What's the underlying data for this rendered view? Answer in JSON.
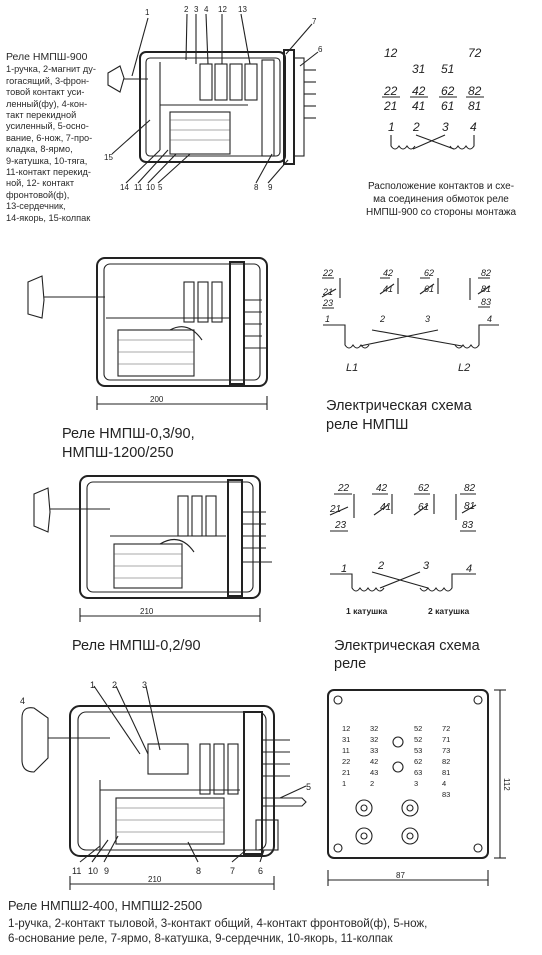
{
  "top_legend": {
    "title": "Реле НМПШ-900",
    "lines": [
      "1-ручка, 2-магнит ду-",
      "гогасящий, 3-фрон-",
      "товой контакт уси-",
      "ленный(фу), 4-кон-",
      "такт перекидной",
      "усиленный, 5-осно-",
      "вание, 6-нож, 7-про-",
      "кладка, 8-ярмо,",
      "9-катушка, 10-тяга,",
      "11-контакт перекид-",
      "ной, 12- контакт",
      "фронтовой(ф),",
      " 13-сердечник,",
      "14-якорь, 15-колпак"
    ]
  },
  "top_relay_callouts": {
    "top": [
      "1",
      "2",
      "3",
      "4",
      "12",
      "13"
    ],
    "right": [
      "7",
      "6"
    ],
    "bottom": [
      "15",
      "14",
      "11",
      "10",
      "5",
      "8",
      "9"
    ]
  },
  "contact_layout": {
    "row1": [
      "12",
      "72"
    ],
    "row2": [
      "31",
      "51"
    ],
    "row3": [
      "22",
      "42",
      "62",
      "82"
    ],
    "row4": [
      "21",
      "41",
      "61",
      "81"
    ],
    "terminals": [
      "1",
      "2",
      "3",
      "4"
    ],
    "caption": [
      "Расположение контактов и схе-",
      "ма соединения обмоток реле",
      "НМПШ-900 со стороны монтажа"
    ]
  },
  "relay2": {
    "dimension": "200",
    "caption": [
      "Реле НМПШ-0,3/90,",
      "НМПШ-1200/250"
    ]
  },
  "schema1": {
    "contacts": [
      "22",
      "21",
      "23",
      "42",
      "41",
      "62",
      "61",
      "82",
      "81",
      "83"
    ],
    "terminals": [
      "1",
      "2",
      "3",
      "4"
    ],
    "coils": [
      "L1",
      "L2"
    ],
    "caption": [
      "Электрическая схема",
      "реле НМПШ"
    ]
  },
  "relay3": {
    "dimension": "210",
    "caption": "Реле НМПШ-0,2/90"
  },
  "schema2": {
    "contacts": [
      "22",
      "21",
      "23",
      "42",
      "41",
      "62",
      "61",
      "82",
      "81",
      "83"
    ],
    "terminals": [
      "1",
      "2",
      "3",
      "4"
    ],
    "coils": [
      "1 катушка",
      "2 катушка"
    ],
    "caption": [
      "Электрическая схема",
      "реле"
    ]
  },
  "relay4": {
    "callouts_top": [
      "1",
      "2",
      "3",
      "4"
    ],
    "callouts_right": [
      "5"
    ],
    "callouts_bottom": [
      "11",
      "10",
      "9",
      "8",
      "7",
      "6"
    ],
    "dimension": "210"
  },
  "base_plate": {
    "left_col": [
      "12",
      "31",
      "11",
      "22",
      "21",
      "1"
    ],
    "mid_left": [
      "32",
      "32",
      "33",
      "42",
      "43",
      "2"
    ],
    "mid_right": [
      "52",
      "52",
      "53",
      "62",
      "63",
      "3"
    ],
    "right_col": [
      "72",
      "71",
      "73",
      "82",
      "81",
      "4"
    ],
    "extra_row": [
      "83"
    ],
    "width": "87",
    "height": "112"
  },
  "bottom_legend": {
    "title": "Реле НМПШ2-400,  НМПШ2-2500",
    "lines": [
      "1-ручка, 2-контакт тыловой, 3-контакт общий, 4-контакт фронтовой(ф), 5-нож,",
      "6-основание реле,  7-ярмо, 8-катушка, 9-сердечник, 10-якорь, 11-колпак"
    ]
  }
}
